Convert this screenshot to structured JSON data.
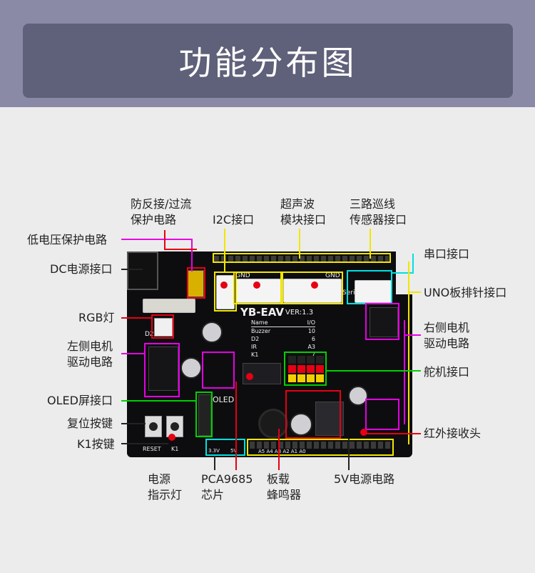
{
  "title": "功能分布图",
  "board": {
    "model": "YB-EAV",
    "version": "VER:1.3",
    "io_table": {
      "header": [
        "Name",
        "I/O"
      ],
      "rows": [
        [
          "Buzzer",
          "10"
        ],
        [
          "D2",
          "6"
        ],
        [
          "IR",
          "A3"
        ],
        [
          "K1",
          "7"
        ]
      ]
    },
    "silk": {
      "gnd1": "GND",
      "gnd2": "GND",
      "oled": "OLED",
      "reset": "RESET",
      "k1": "K1",
      "v33": "3.3V",
      "v5": "5V",
      "serial": "Serial",
      "d2": "D2",
      "pins": "A5 A4 A3 A2 A1 A0"
    }
  },
  "labels": {
    "reverse_protect": "防反接/过流\n保护电路",
    "i2c": "I2C接口",
    "ultrasonic": "超声波\n模块接口",
    "line_tracking": "三路巡线\n传感器接口",
    "low_voltage": "低电压保护电路",
    "serial_port": "串口接口",
    "dc_power": "DC电源接口",
    "uno_header": "UNO板排针接口",
    "rgb": "RGB灯",
    "right_motor": "右侧电机\n驱动电路",
    "left_motor": "左侧电机\n驱动电路",
    "servo": "舵机接口",
    "oled_port": "OLED屏接口",
    "reset_button": "复位按键",
    "ir_receiver": "红外接收头",
    "k1_button": "K1按键",
    "power_led": "电源\n指示灯",
    "pca9685": "PCA9685\n芯片",
    "buzzer": "板载\n蜂鸣器",
    "power_5v": "5V电源电路"
  },
  "colors": {
    "header_band": "#8a8aa7",
    "title_box": "#5f6079",
    "magenta": "#e600e6",
    "yellow": "#f2e600",
    "red": "#e60012",
    "cyan": "#00e0e0",
    "green": "#00d000"
  }
}
